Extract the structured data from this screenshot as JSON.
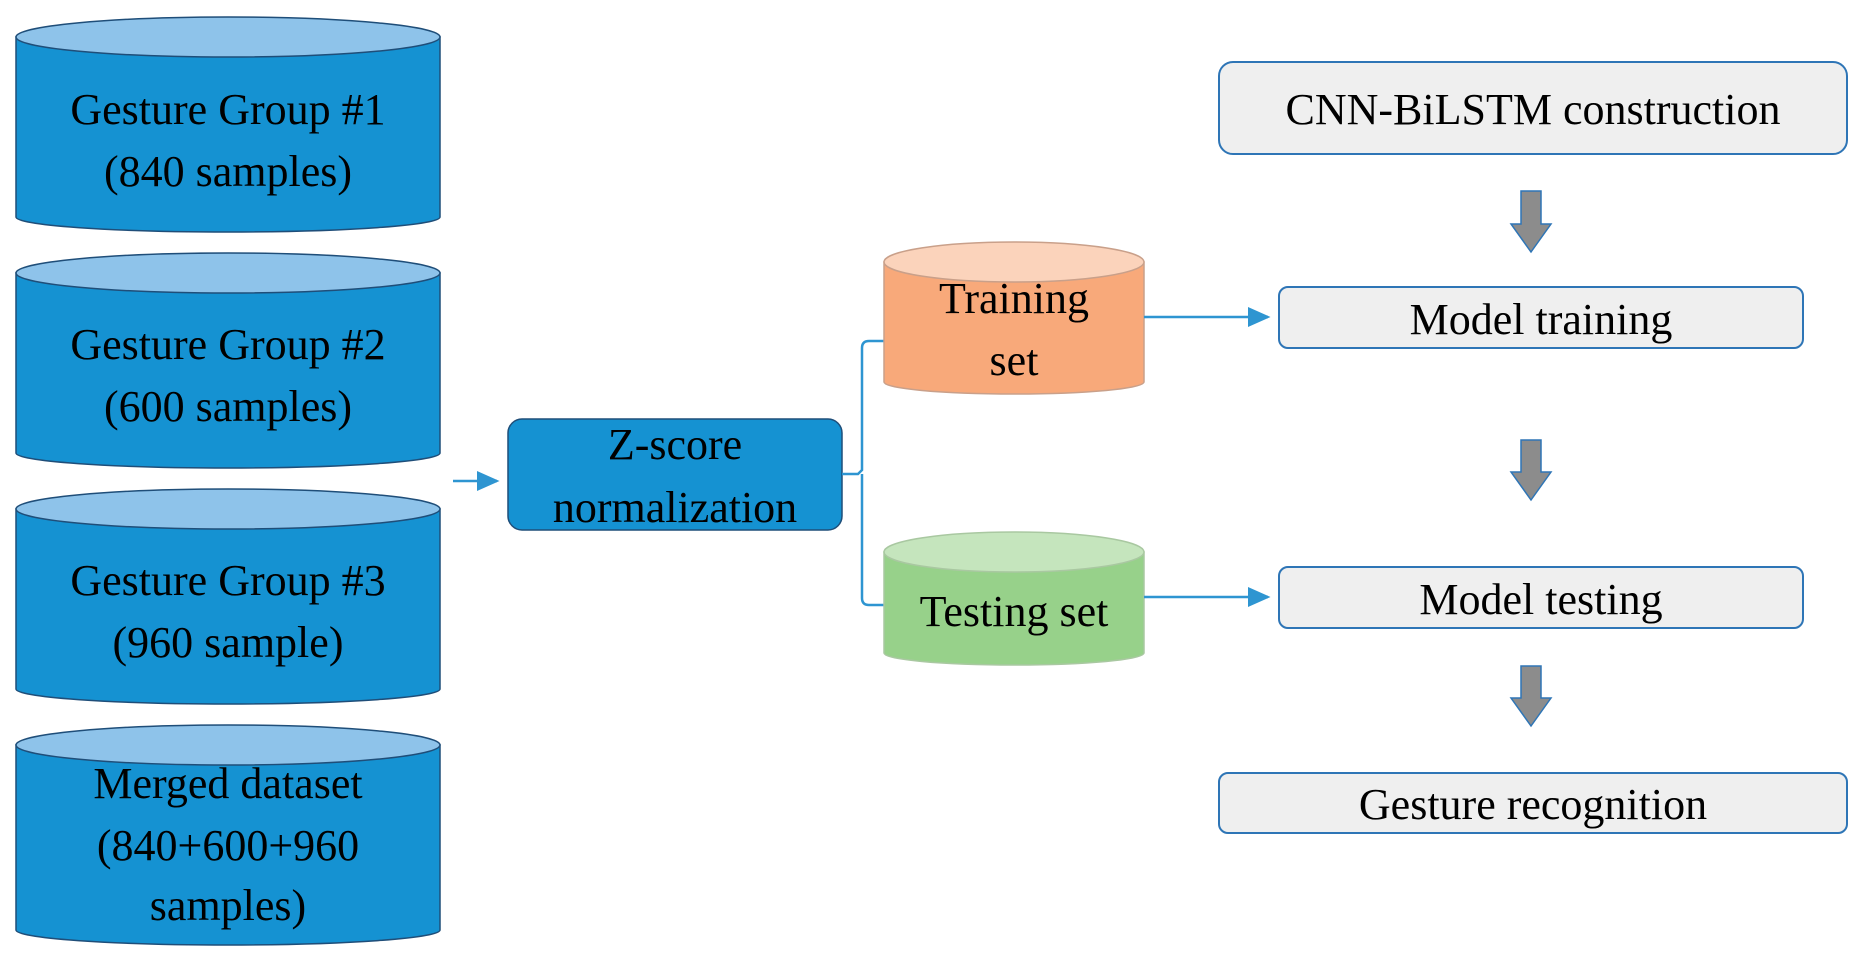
{
  "colors": {
    "background": "#ffffff",
    "group_cylinder_body": "#1592d2",
    "group_cylinder_top": "#8ec3ea",
    "group_cylinder_stroke": "#1f4e79",
    "normalization_box_fill": "#1592d2",
    "normalization_box_stroke": "#1f4e79",
    "training_body": "#f8a97a",
    "training_top": "#fbd3bb",
    "training_stroke": "#c9a08a",
    "testing_body": "#97d18a",
    "testing_top": "#c5e5bd",
    "testing_stroke": "#a9c8a1",
    "process_box_fill": "#efefef",
    "process_box_stroke": "#2e75b6",
    "connector": "#2e95d1",
    "down_arrow_fill": "#8c8c8c",
    "down_arrow_stroke": "#2e75b6"
  },
  "datasets": [
    {
      "id": "group1",
      "lines": [
        "Gesture Group #1",
        "(840 samples)"
      ]
    },
    {
      "id": "group2",
      "lines": [
        "Gesture Group #2",
        "(600 samples)"
      ]
    },
    {
      "id": "group3",
      "lines": [
        "Gesture Group #3",
        "(960 sample)"
      ]
    },
    {
      "id": "merged",
      "lines": [
        "Merged dataset",
        "(840+600+960",
        "samples)"
      ]
    }
  ],
  "normalization": {
    "lines": [
      "Z-score",
      "normalization"
    ]
  },
  "splits": {
    "training": {
      "lines": [
        "Training",
        "set"
      ]
    },
    "testing": {
      "lines": [
        "Testing set"
      ]
    }
  },
  "pipeline": {
    "construction": "CNN-BiLSTM construction",
    "training": "Model training",
    "testing": "Model testing",
    "recognition": "Gesture recognition"
  },
  "icons": {
    "flow_connector": "arrow-right-icon",
    "step_arrow": "arrow-down-icon"
  }
}
